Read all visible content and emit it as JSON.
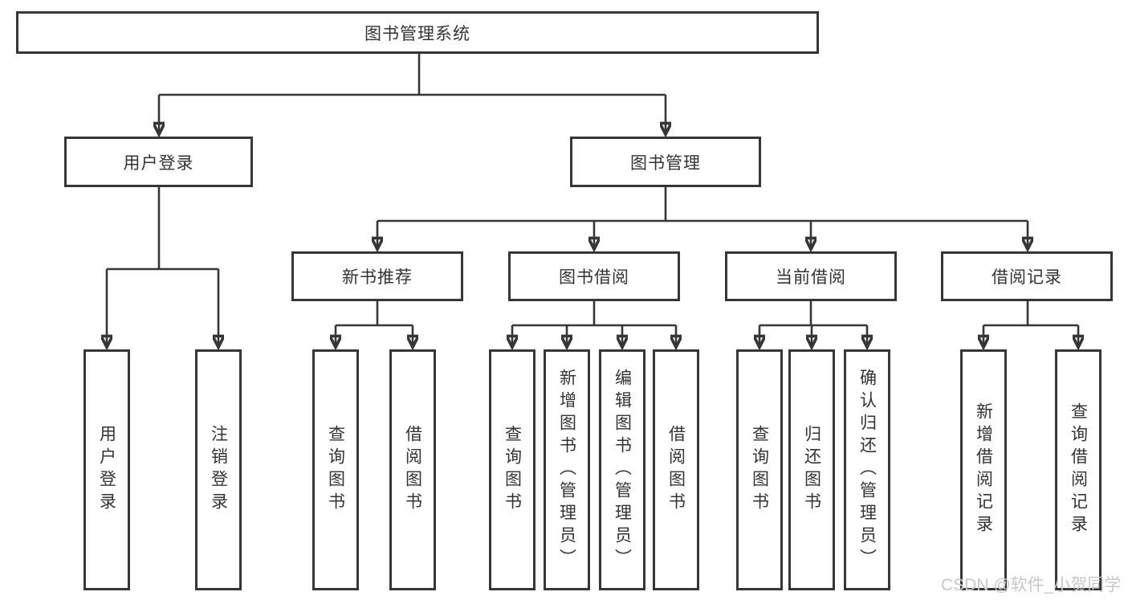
{
  "diagram": {
    "root": {
      "label": "图书管理系统"
    },
    "branches": [
      {
        "label": "用户登录",
        "children": [
          {
            "label": "用户登录"
          },
          {
            "label": "注销登录"
          }
        ]
      },
      {
        "label": "图书管理",
        "children": [
          {
            "label": "新书推荐",
            "children": [
              {
                "label": "查询图书"
              },
              {
                "label": "借阅图书"
              }
            ]
          },
          {
            "label": "图书借阅",
            "children": [
              {
                "label": "查询图书"
              },
              {
                "label": "新增图书（管理员）"
              },
              {
                "label": "编辑图书（管理员）"
              },
              {
                "label": "借阅图书"
              }
            ]
          },
          {
            "label": "当前借阅",
            "children": [
              {
                "label": "查询图书"
              },
              {
                "label": "归还图书"
              },
              {
                "label": "确认归还（管理员）"
              }
            ]
          },
          {
            "label": "借阅记录",
            "children": [
              {
                "label": "新增借阅记录"
              },
              {
                "label": "查询借阅记录"
              }
            ]
          }
        ]
      }
    ]
  },
  "watermark": {
    "text": "CSDN @软件_小贺同学"
  },
  "colors": {
    "line": "#363636",
    "text": "#333333",
    "watermark": "#c8c8c8",
    "page_background": "#ffffff",
    "box_background": "#ffffff"
  }
}
